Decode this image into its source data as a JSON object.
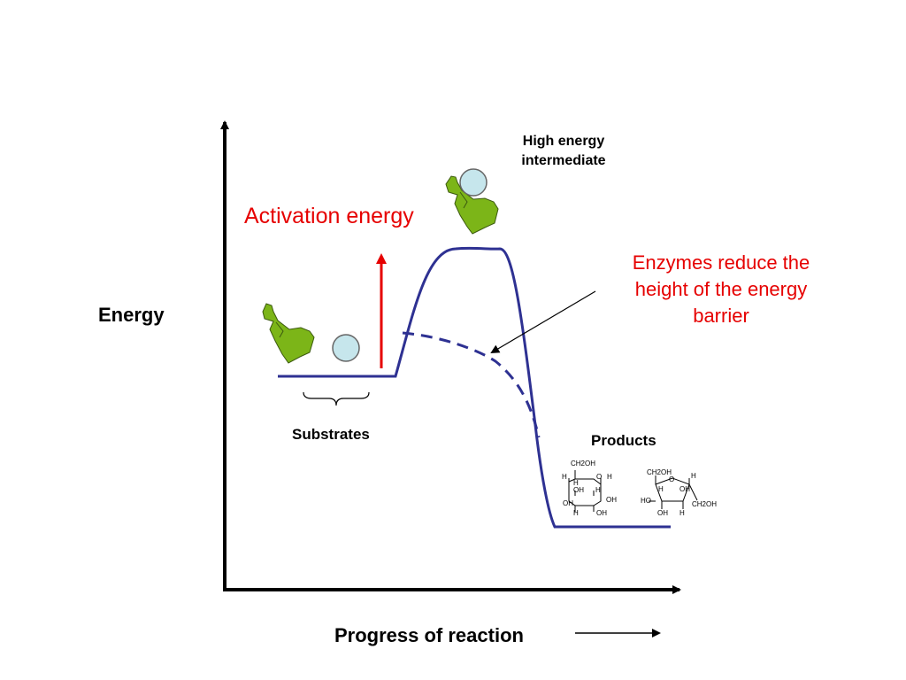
{
  "axes": {
    "y_label": "Energy",
    "x_label": "Progress of reaction"
  },
  "labels": {
    "substrates": "Substrates",
    "products": "Products",
    "high_energy_intermediate": "High energy intermediate",
    "activation_energy": "Activation energy",
    "enzymes_note": "Enzymes reduce the height of the energy barrier"
  },
  "structures": {
    "glucose": {
      "atoms": [
        "CH2OH",
        "H",
        "H",
        "O",
        "OH",
        "H",
        "H",
        "OH",
        "OH",
        "H",
        "OH"
      ]
    },
    "fructose": {
      "atoms": [
        "CH2OH",
        "O",
        "H",
        "H",
        "OH",
        "HO",
        "CH2OH",
        "OH",
        "H"
      ]
    }
  },
  "colors": {
    "curve": "#2e3192",
    "activation_arrow": "#e60000",
    "enzyme": "#7cb518",
    "substrate": "#c6e6ec",
    "axis": "#000000"
  },
  "icons": [
    "enzyme-icon",
    "substrate-icon"
  ]
}
